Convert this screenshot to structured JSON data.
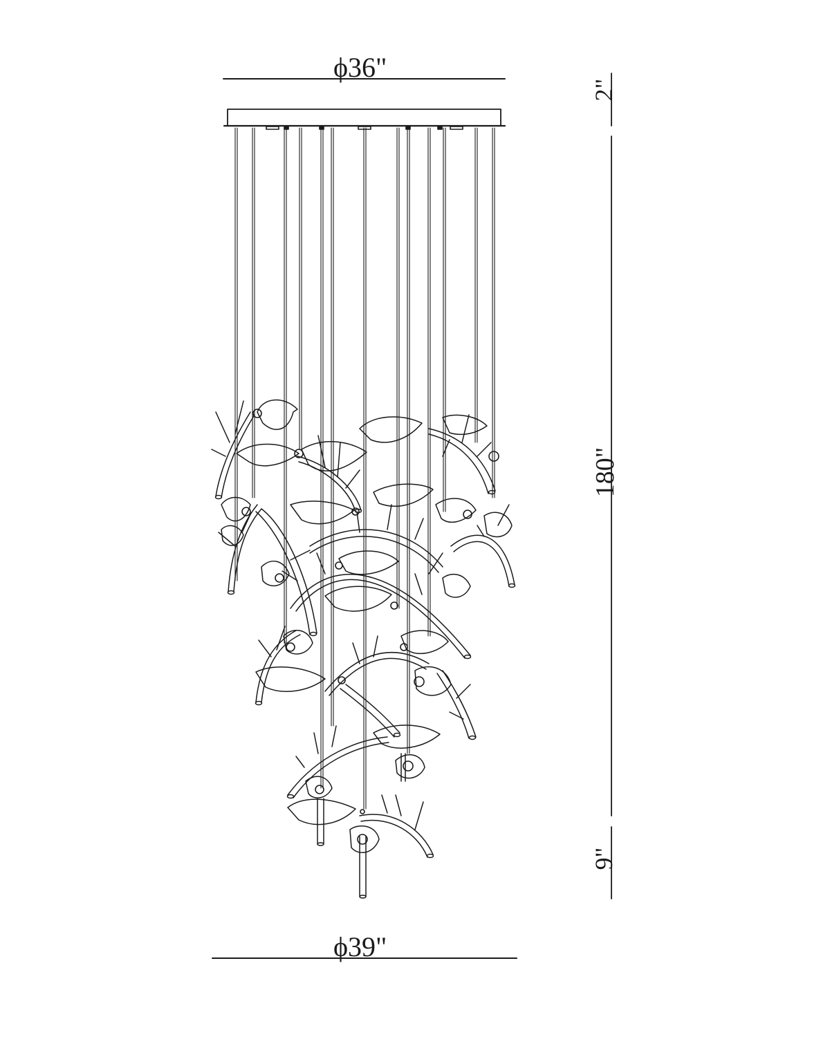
{
  "drawing": {
    "subject": "multi-pendant branch chandelier elevation",
    "line_color": "#1a1a1a",
    "background": "#ffffff"
  },
  "dimensions": {
    "top_diameter": "ϕ36\"",
    "bottom_diameter": "ϕ39\"",
    "canopy_height": "2\"",
    "overall_drop": "180\"",
    "fixture_bottom": "9\""
  },
  "wires": {
    "count": 13,
    "x_positions": [
      341,
      366,
      412,
      434,
      465,
      480,
      527,
      575,
      590,
      620,
      642,
      688,
      713
    ]
  }
}
